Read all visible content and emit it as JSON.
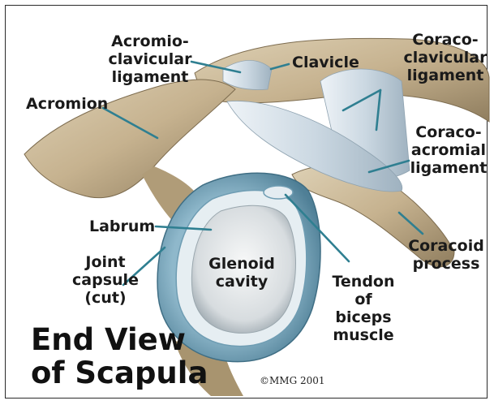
{
  "labels": {
    "acromioclavicular": [
      "Acromio-",
      "clavicular",
      "ligament"
    ],
    "clavicle": "Clavicle",
    "coracoclavicular": [
      "Coraco-",
      "clavicular",
      "ligament"
    ],
    "acromion": "Acromion",
    "coracoacromial": [
      "Coraco-",
      "acromial",
      "ligament"
    ],
    "labrum": "Labrum",
    "coracoid": [
      "Coracoid",
      "process"
    ],
    "joint_capsule": [
      "Joint",
      "capsule",
      "(cut)"
    ],
    "glenoid": [
      "Glenoid",
      "cavity"
    ],
    "tendon": [
      "Tendon",
      "of",
      "biceps",
      "muscle"
    ]
  },
  "title": [
    "End View",
    "of Scapula"
  ],
  "copyright": "©MMG 2001",
  "colors": {
    "bone": "#c9b795",
    "bone_shadow": "#8e7c5c",
    "ligament": "#d7e2ea",
    "capsule": "#6f9db3",
    "leader": "#2f7f91"
  }
}
